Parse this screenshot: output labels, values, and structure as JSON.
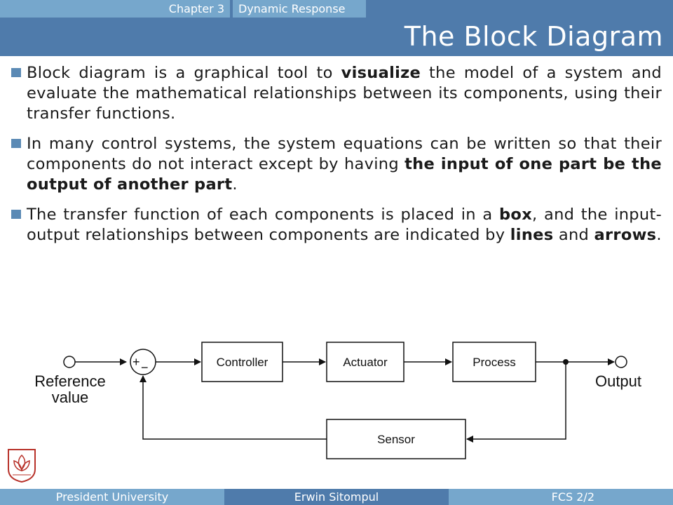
{
  "header": {
    "chapter": "Chapter 3",
    "chapter_title": "Dynamic Response",
    "slide_title": "The Block Diagram"
  },
  "bullets": [
    {
      "parts": [
        {
          "text": "Block diagram is a graphical tool to ",
          "bold": false
        },
        {
          "text": "visualize",
          "bold": true
        },
        {
          "text": " the model of a system and evaluate the mathematical relationships between its components, using their transfer functions.",
          "bold": false
        }
      ]
    },
    {
      "parts": [
        {
          "text": "In many control systems, the system equations can be written so that their components do not interact except by having ",
          "bold": false
        },
        {
          "text": "the input of one part be the output of another part",
          "bold": true
        },
        {
          "text": ".",
          "bold": false
        }
      ]
    },
    {
      "parts": [
        {
          "text": "The transfer function of each components is placed in a ",
          "bold": false
        },
        {
          "text": "box",
          "bold": true
        },
        {
          "text": ", and the input-output relationships between components are indicated by ",
          "bold": false
        },
        {
          "text": "lines",
          "bold": true
        },
        {
          "text": " and ",
          "bold": false
        },
        {
          "text": "arrows",
          "bold": true
        },
        {
          "text": ".",
          "bold": false
        }
      ]
    }
  ],
  "diagram": {
    "reference_line1": "Reference",
    "reference_line2": "value",
    "sum_plus": "+",
    "sum_minus": "−",
    "controller": "Controller",
    "actuator": "Actuator",
    "process": "Process",
    "sensor": "Sensor",
    "output": "Output"
  },
  "footer": {
    "left": "President University",
    "center": "Erwin Sitompul",
    "right": "FCS 2/2"
  },
  "colors": {
    "header_dark": "#4f7bab",
    "header_light": "#76a7cc",
    "bullet": "#5b8ab5",
    "logo_red": "#b8322a"
  }
}
